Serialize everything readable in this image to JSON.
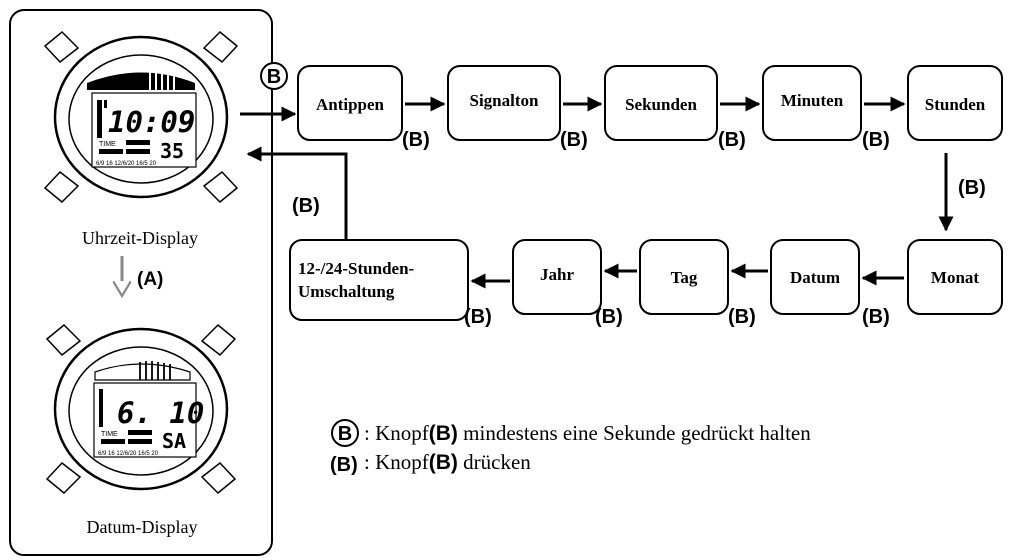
{
  "left_panel": {
    "watch_top": {
      "time": "10:09",
      "seconds": "35",
      "mode_label": "TIME",
      "scale": "6/9 16  12/6/20  16/5 20"
    },
    "watch_bottom": {
      "date": "6. 10",
      "weekday": "SA",
      "mode_label": "TIME",
      "scale": "6/9 16  12/6/20  16/5 20"
    },
    "caption_top": "Uhrzeit-Display",
    "caption_bottom": "Datum-Display",
    "transition_label": "(A)"
  },
  "flow": {
    "hold_marker": "B",
    "press_label": "(B)",
    "row1": [
      "Antippen",
      "Signalton",
      "Sekunden",
      "Minuten",
      "Stunden"
    ],
    "row2": [
      "Monat",
      "Datum",
      "Tag",
      "Jahr"
    ],
    "last_step_line1": "12-/24-Stunden-",
    "last_step_line2": "Umschaltung"
  },
  "legend": {
    "hold_symbol": "B",
    "hold_text_prefix": ": Knopf",
    "hold_text_button": "(B)",
    "hold_text_suffix": " mindestens eine Sekunde gedrückt halten",
    "press_symbol": "(B)",
    "press_text_prefix": ": Knopf",
    "press_text_button": "(B)",
    "press_text_suffix": " drücken"
  }
}
